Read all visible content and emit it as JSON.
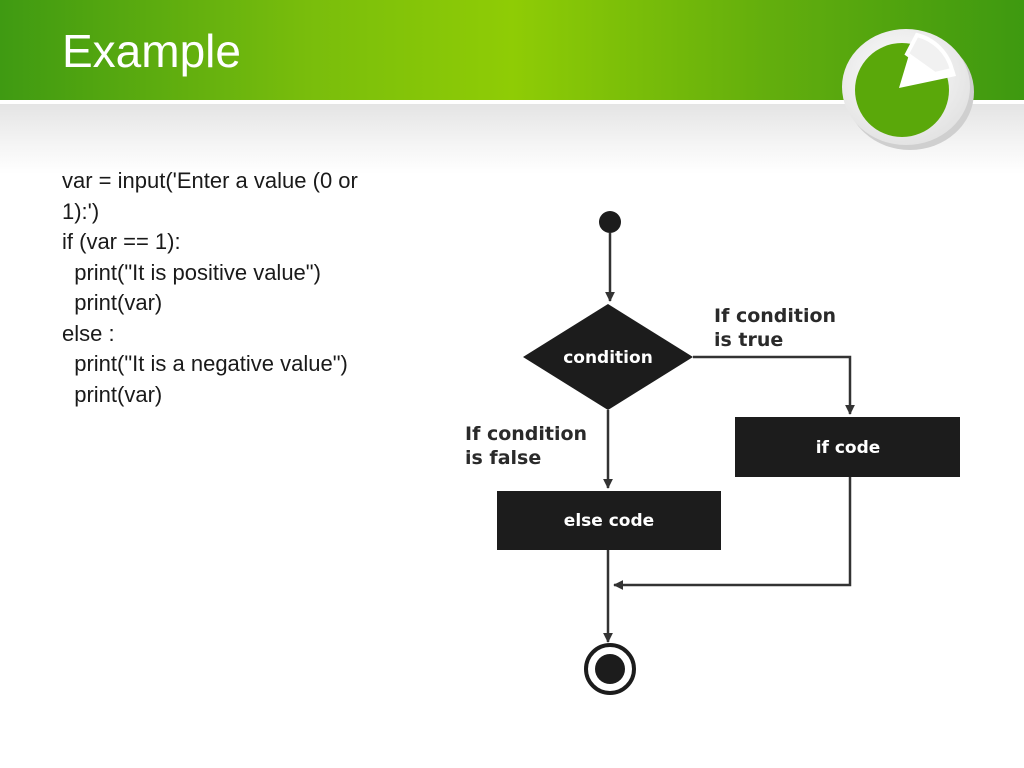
{
  "slide": {
    "title": "Example",
    "code_lines": [
      "var = input('Enter a value (0 or",
      "1):')",
      "if (var == 1):",
      "  print(\"It is positive value\")",
      "  print(var)",
      "else :",
      "  print(\"It is a negative value\")",
      "  print(var)"
    ]
  },
  "colors": {
    "header_green": "#79bd0c",
    "logo_green": "#5aa80a",
    "node_fill": "#1c1c1c",
    "edge_stroke": "#333333"
  },
  "icons": {
    "logo": "pie-chart-logo-icon",
    "start": "start-node-icon",
    "end": "end-node-icon"
  },
  "flowchart": {
    "decision": "condition",
    "true_branch": [
      "If condition",
      "is true"
    ],
    "false_branch": [
      "If condition",
      "is false"
    ],
    "if_block": "if code",
    "else_block": "else code"
  }
}
